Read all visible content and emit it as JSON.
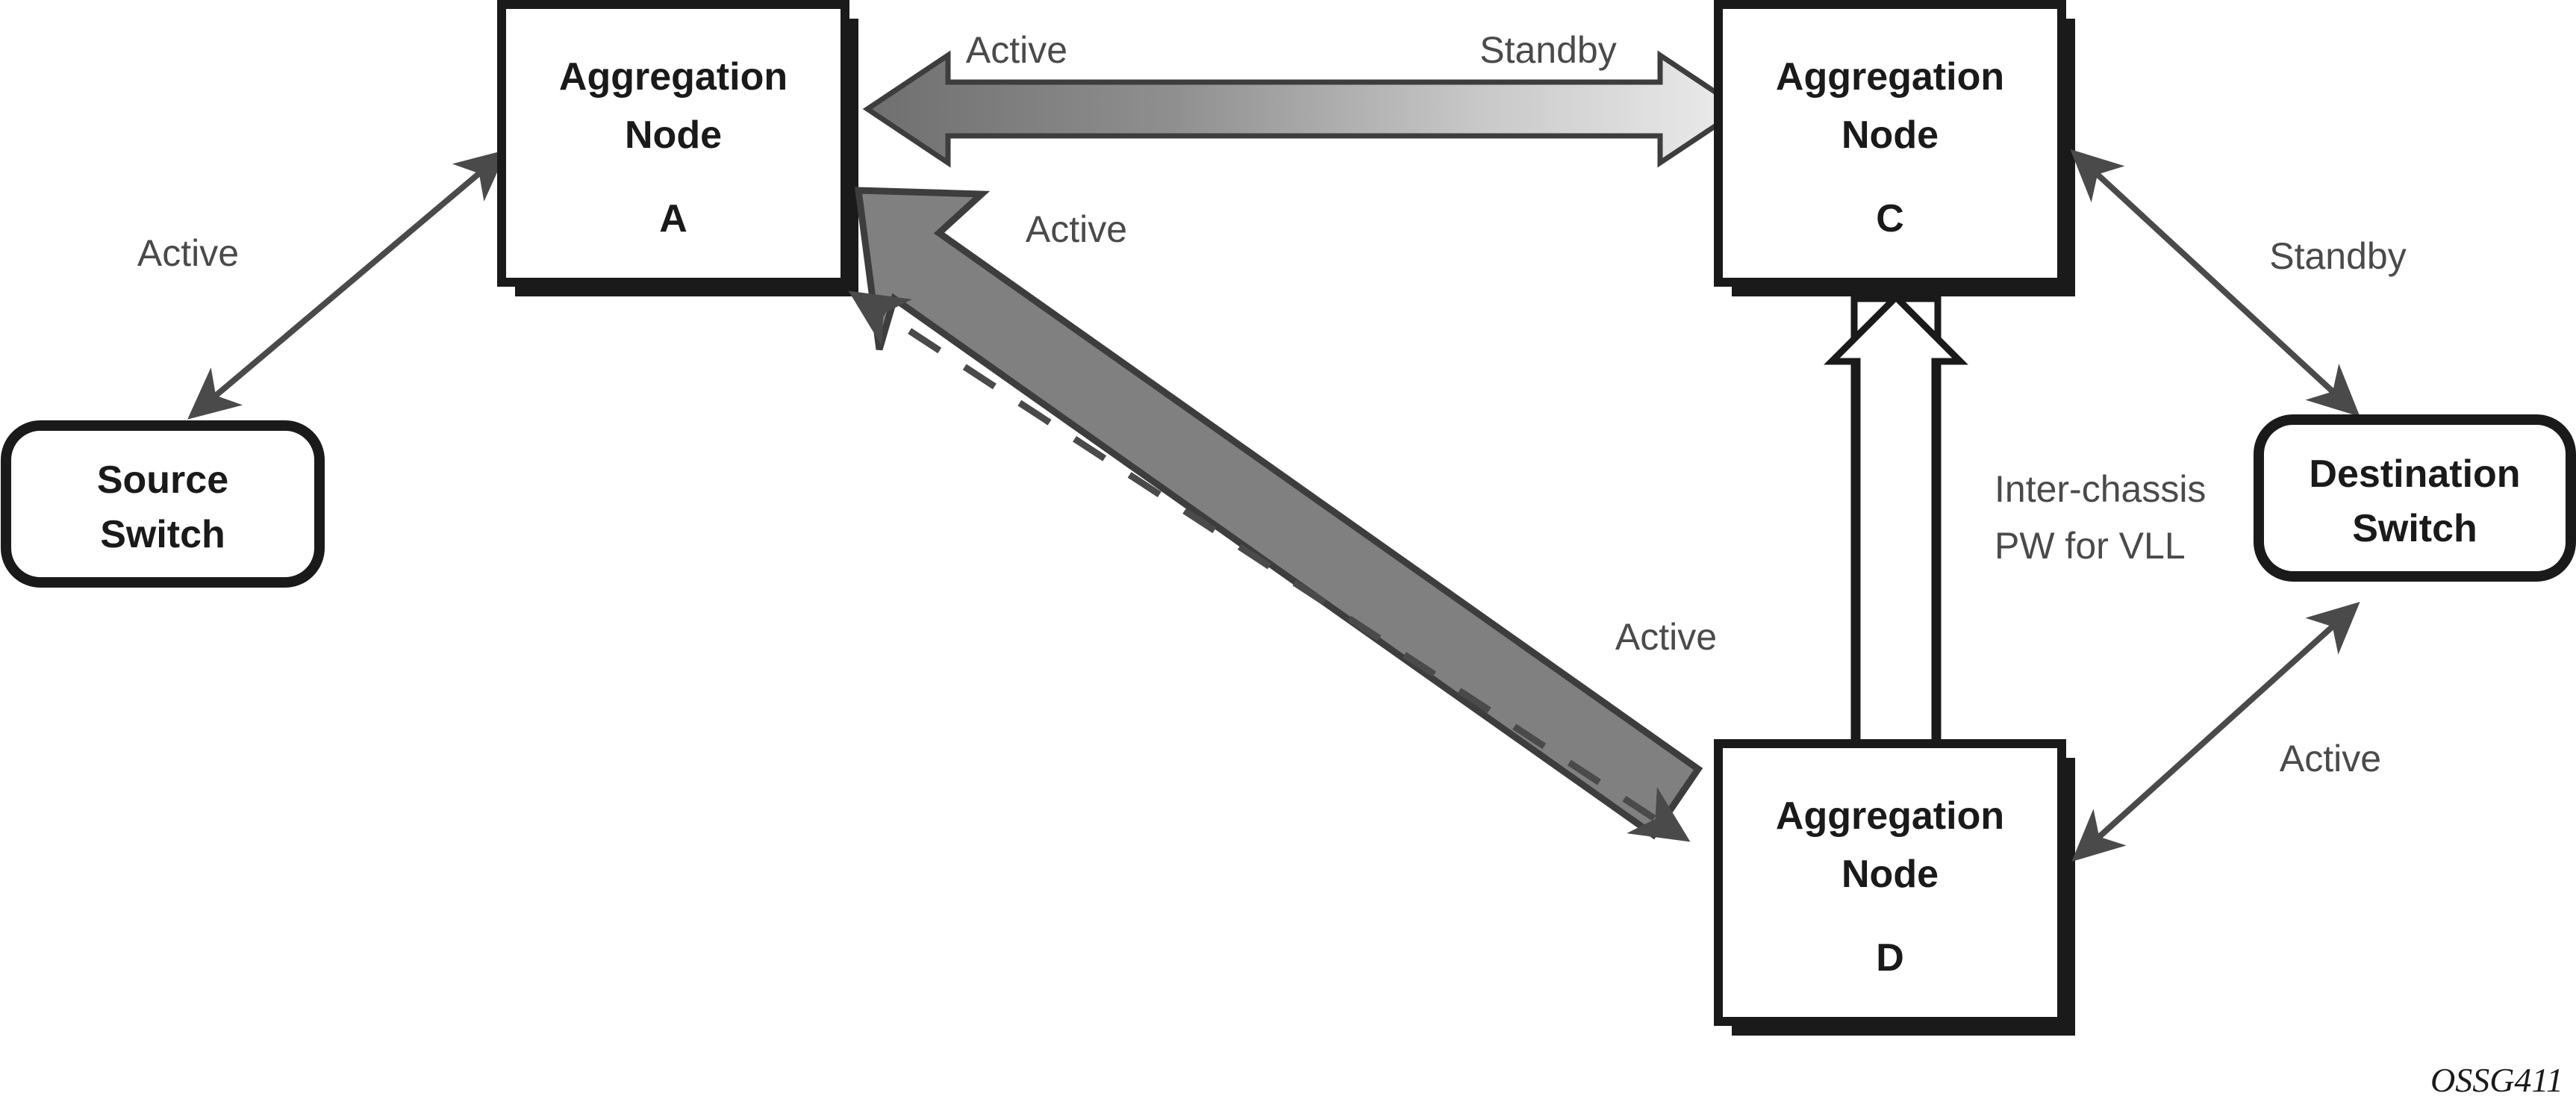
{
  "figure": {
    "id_label": "OSSG411",
    "colors": {
      "box_stroke": "#1a1a1a",
      "box_fill": "#ffffff",
      "shadow": "#1a1a1a",
      "thin_arrow": "#4a4a4a",
      "thick_arrow_fill": "#808080",
      "thick_arrow_stroke": "#3d3d3d",
      "gradient_arrow_start": "#7d7d7d",
      "gradient_arrow_end": "#e8e8e8",
      "hollow_arrow_fill": "#ffffff",
      "hollow_arrow_stroke": "#1a1a1a",
      "label_text": "#4a4a4a",
      "node_text": "#1a1a1a",
      "background": "#ffffff"
    }
  },
  "nodes": {
    "aggregation_a": {
      "line1": "Aggregation",
      "line2": "Node",
      "letter": "A"
    },
    "aggregation_c": {
      "line1": "Aggregation",
      "line2": "Node",
      "letter": "C"
    },
    "aggregation_d": {
      "line1": "Aggregation",
      "line2": "Node",
      "letter": "D"
    },
    "source_switch": {
      "line1": "Source",
      "line2": "Switch"
    },
    "destination_switch": {
      "line1": "Destination",
      "line2": "Switch"
    }
  },
  "edge_labels": {
    "source_to_a": "Active",
    "a_to_c_left": "Active",
    "a_to_c_right": "Standby",
    "a_to_d": "Active",
    "c_to_destination": "Standby",
    "d_to_destination": "Active",
    "d_to_a_lower": "Active",
    "inter_chassis_line1": "Inter-chassis",
    "inter_chassis_line2": "PW for VLL"
  }
}
